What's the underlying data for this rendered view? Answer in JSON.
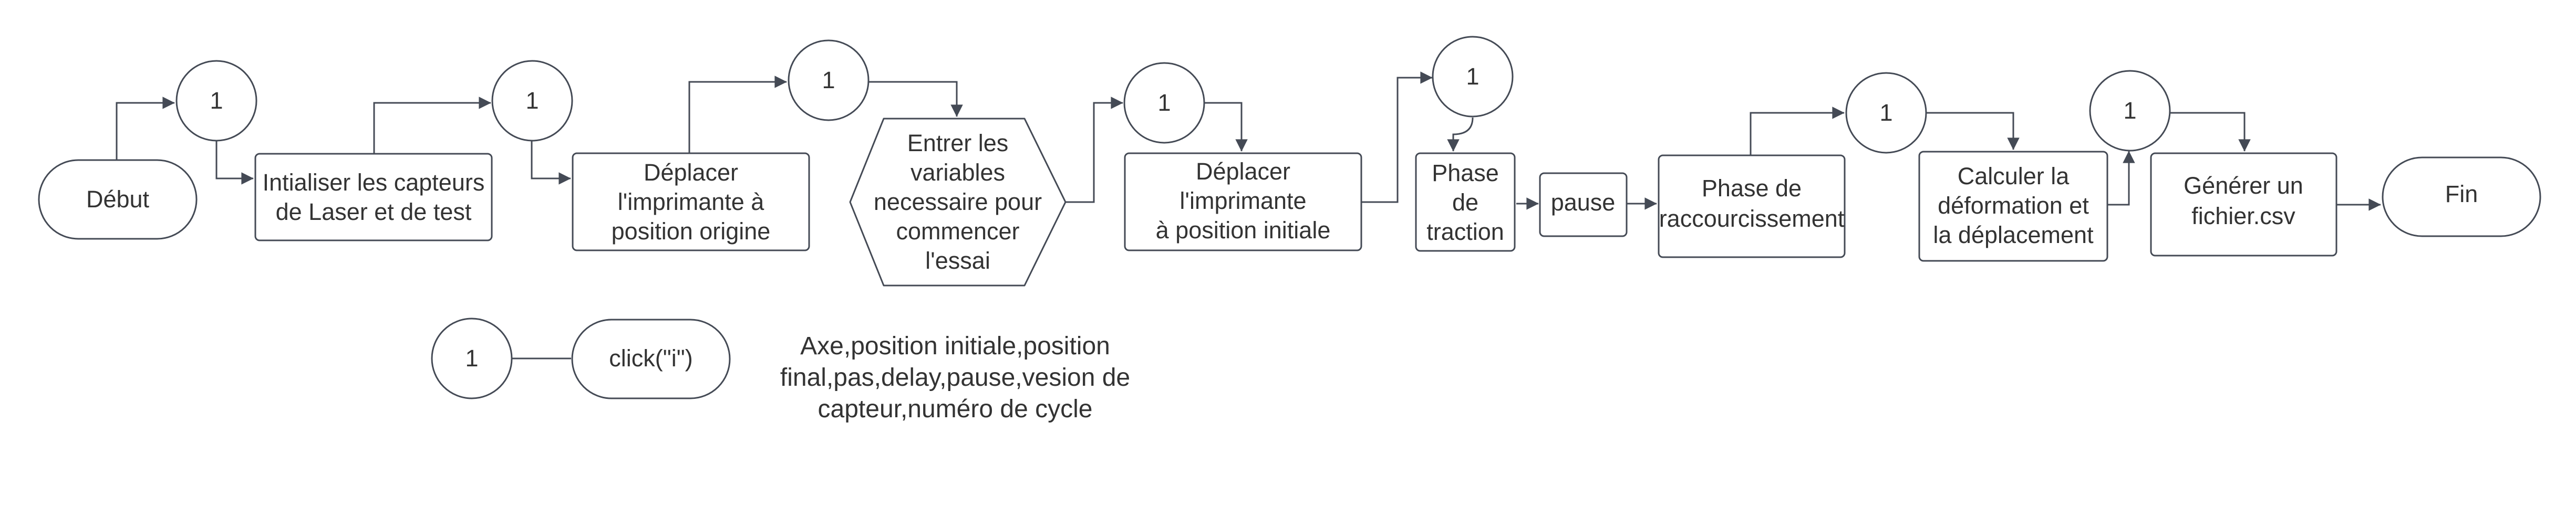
{
  "diagram": {
    "nodes": {
      "debut": {
        "label": [
          "Début"
        ]
      },
      "c1": {
        "label": [
          "1"
        ]
      },
      "init_capteurs": {
        "label": [
          "Intialiser les capteurs",
          "de Laser et de test"
        ]
      },
      "c2": {
        "label": [
          "1"
        ]
      },
      "deplacer_origine": {
        "label": [
          "Déplacer",
          "l'imprimante à",
          "position origine"
        ]
      },
      "c3": {
        "label": [
          "1"
        ]
      },
      "entrer_variables": {
        "label": [
          "Entrer les",
          "variables",
          "necessaire pour",
          "commencer",
          "l'essai"
        ]
      },
      "c4": {
        "label": [
          "1"
        ]
      },
      "deplacer_initiale": {
        "label": [
          "Déplacer",
          "l'imprimante",
          "à position initiale"
        ]
      },
      "c5": {
        "label": [
          "1"
        ]
      },
      "phase_traction": {
        "label": [
          "Phase",
          "de",
          "traction"
        ]
      },
      "pause": {
        "label": [
          "pause"
        ]
      },
      "phase_raccourcissement": {
        "label": [
          "Phase de",
          "raccourcissement"
        ]
      },
      "c6": {
        "label": [
          "1"
        ]
      },
      "calculer": {
        "label": [
          "Calculer la",
          "déformation et",
          "la déplacement"
        ]
      },
      "c7": {
        "label": [
          "1"
        ]
      },
      "generer": {
        "label": [
          "Générer un",
          "fichier.csv"
        ]
      },
      "fin": {
        "label": [
          "Fin"
        ]
      }
    },
    "legend": {
      "symbol": {
        "label": [
          "1"
        ]
      },
      "meaning": {
        "label": [
          "click(\"i\")"
        ]
      }
    },
    "note": {
      "lines": [
        "Axe,position initiale,position",
        "final,pas,delay,pause,vesion de",
        "capteur,numéro de cycle"
      ]
    }
  }
}
